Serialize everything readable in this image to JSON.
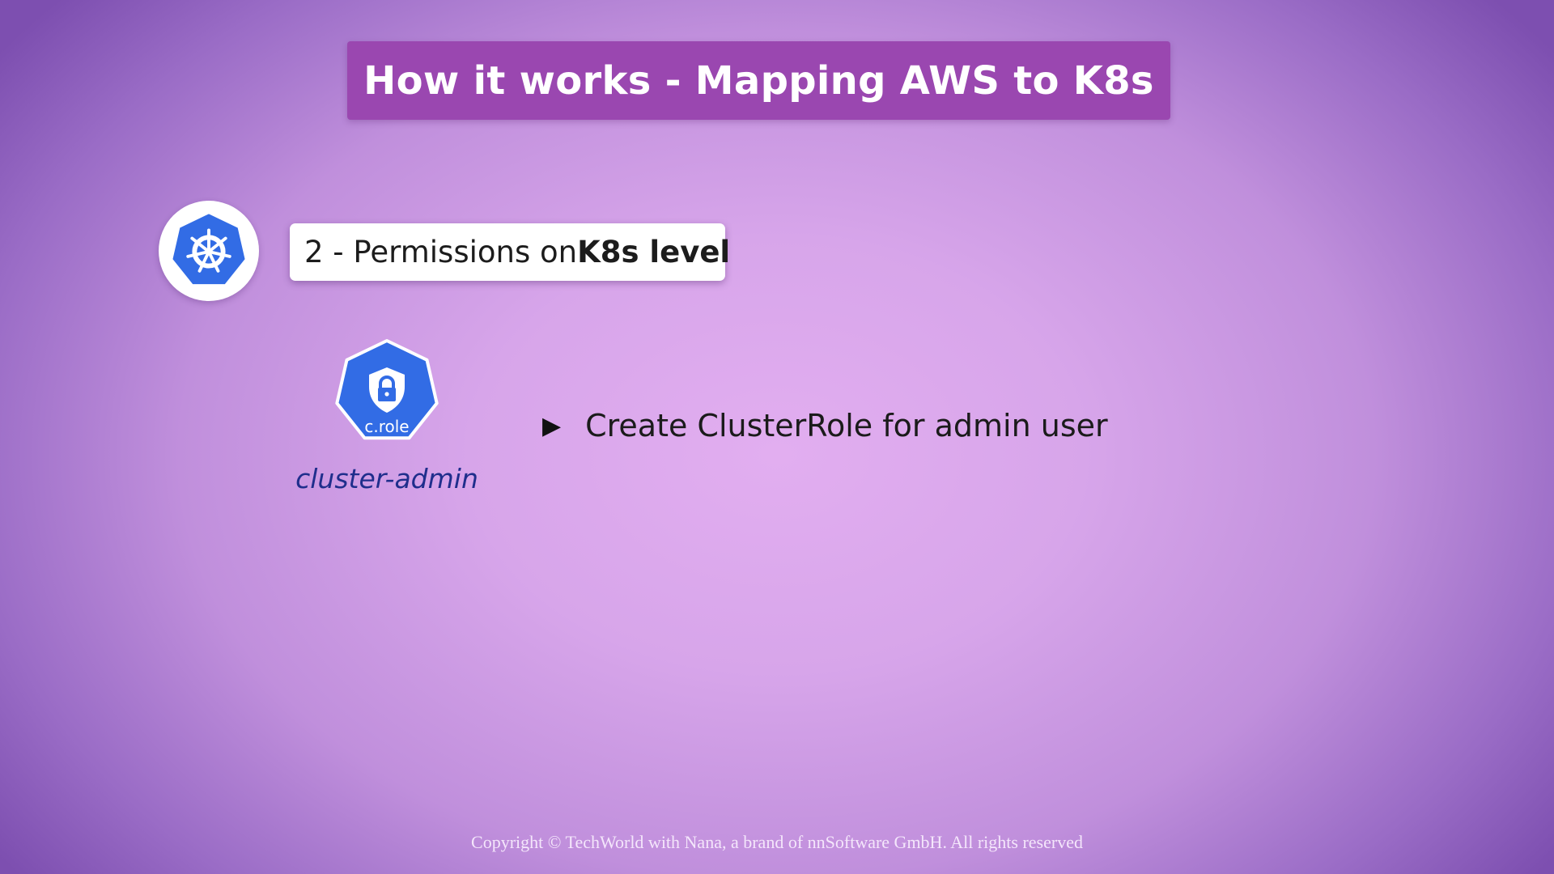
{
  "title": "How it works - Mapping AWS to K8s",
  "step": {
    "prefix": "2 - Permissions on ",
    "emphasis": "K8s level"
  },
  "cluster_role": {
    "icon_label": "c.role",
    "name": "cluster-admin"
  },
  "bullet": {
    "marker": "▶",
    "text": "Create ClusterRole for admin user"
  },
  "footer": "Copyright © TechWorld with Nana, a brand of nnSoftware GmbH. All rights reserved",
  "colors": {
    "title_bar": "#9a47b0",
    "k8s_blue": "#326ce5",
    "role_name": "#1f2e8c"
  },
  "icons": {
    "kubernetes": "kubernetes-helm-icon",
    "cluster_role": "lock-shield-icon"
  }
}
